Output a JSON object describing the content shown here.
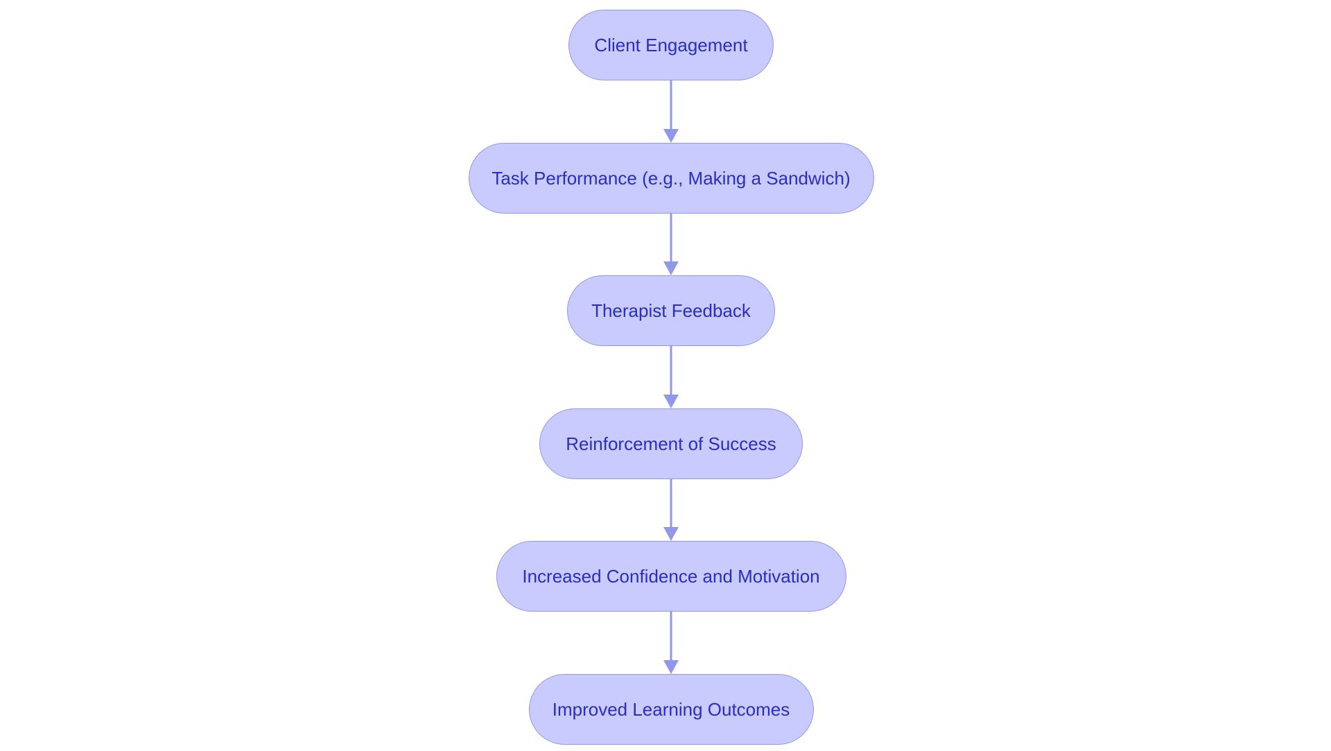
{
  "diagram": {
    "type": "flowchart",
    "direction": "top-to-bottom",
    "colors": {
      "node_fill": "#c9cbfe",
      "node_border": "#9198ea",
      "node_text": "#2a2dbe",
      "edge": "#9198ea"
    },
    "nodes": [
      {
        "id": "n1",
        "label": "Client Engagement"
      },
      {
        "id": "n2",
        "label": "Task Performance (e.g., Making a Sandwich)"
      },
      {
        "id": "n3",
        "label": "Therapist Feedback"
      },
      {
        "id": "n4",
        "label": "Reinforcement of Success"
      },
      {
        "id": "n5",
        "label": "Increased Confidence and Motivation"
      },
      {
        "id": "n6",
        "label": "Improved Learning Outcomes"
      }
    ],
    "edges": [
      {
        "from": "n1",
        "to": "n2"
      },
      {
        "from": "n2",
        "to": "n3"
      },
      {
        "from": "n3",
        "to": "n4"
      },
      {
        "from": "n4",
        "to": "n5"
      },
      {
        "from": "n5",
        "to": "n6"
      }
    ]
  }
}
